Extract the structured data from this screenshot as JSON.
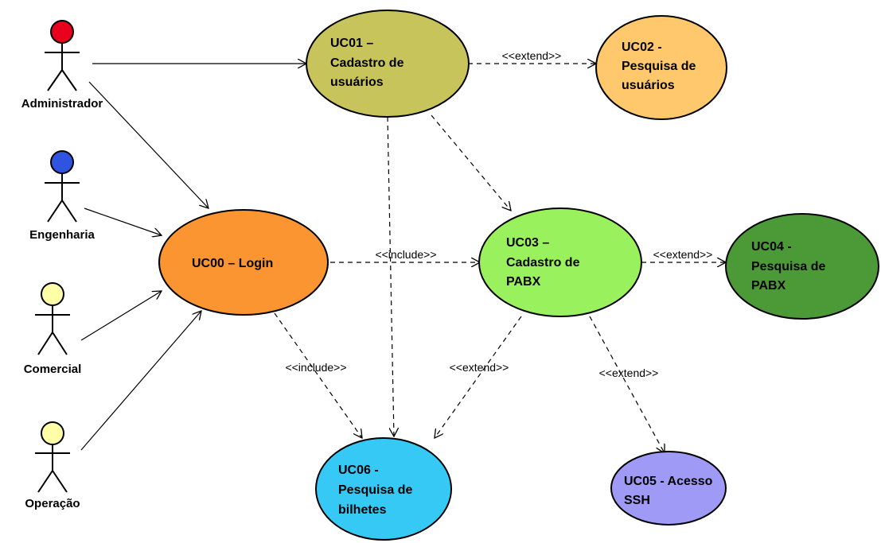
{
  "diagram": {
    "actors": [
      {
        "id": "admin",
        "label": "Administrador",
        "color": "#e8001c"
      },
      {
        "id": "eng",
        "label": "Engenharia",
        "color": "#2f55e0"
      },
      {
        "id": "com",
        "label": "Comercial",
        "color": "#ffffa8"
      },
      {
        "id": "op",
        "label": "Operação",
        "color": "#ffffa8"
      }
    ],
    "use_cases": [
      {
        "id": "uc01",
        "lines": [
          "UC01 –",
          "Cadastro de",
          "usuários"
        ],
        "color": "#c8c45c"
      },
      {
        "id": "uc02",
        "lines": [
          "UC02 -",
          "Pesquisa de",
          "usuários"
        ],
        "color": "#ffc86c"
      },
      {
        "id": "uc00",
        "lines": [
          "UC00 – Login"
        ],
        "color": "#fb9532"
      },
      {
        "id": "uc03",
        "lines": [
          "UC03 –",
          "Cadastro de",
          "PABX"
        ],
        "color": "#9af15e"
      },
      {
        "id": "uc04",
        "lines": [
          "UC04 -",
          "Pesquisa de",
          "PABX"
        ],
        "color": "#4c9a37"
      },
      {
        "id": "uc06",
        "lines": [
          "UC06 -",
          "Pesquisa de",
          "bilhetes"
        ],
        "color": "#37c9f6"
      },
      {
        "id": "uc05",
        "lines": [
          "UC05 - Acesso",
          "SSH"
        ],
        "color": "#a09af7"
      }
    ],
    "stereotypes": {
      "extend_uc01_uc02": "<<extend>>",
      "include_uc00_uc03": "<<include>>",
      "extend_uc03_uc04": "<<extend>>",
      "include_uc00_uc06": "<<include>>",
      "extend_uc03_uc06": "<<extend>>",
      "extend_uc03_uc05": "<<extend>>"
    }
  }
}
